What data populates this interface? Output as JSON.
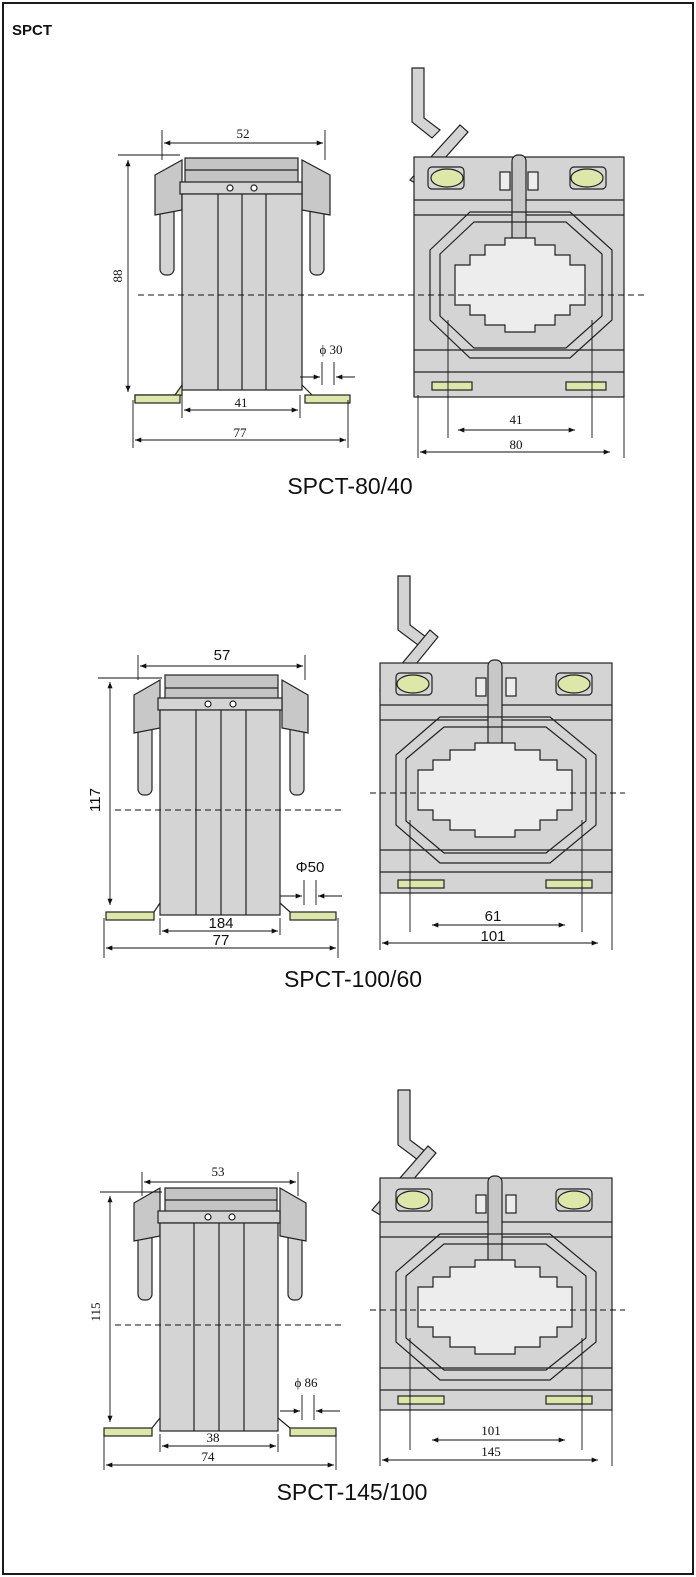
{
  "heading": "SPCT",
  "colors": {
    "body_fill": "#d4d4d4",
    "body_dark": "#b8b8b8",
    "window_fill": "#ededed",
    "terminal_fill": "#dde8a8",
    "line": "#222222"
  },
  "drawings": [
    {
      "caption": "SPCT-80/40",
      "side_view": {
        "top_width": "52",
        "height": "88",
        "inner_width": "41",
        "overall_width": "77",
        "hole": "ϕ 30"
      },
      "front_view": {
        "inner_width": "41",
        "overall_width": "80"
      }
    },
    {
      "caption": "SPCT-100/60",
      "side_view": {
        "top_width": "57",
        "height": "117",
        "inner_width": "184",
        "overall_width": "77",
        "hole": "Φ50"
      },
      "front_view": {
        "inner_width": "61",
        "overall_width": "101"
      }
    },
    {
      "caption": "SPCT-145/100",
      "side_view": {
        "top_width": "53",
        "height": "115",
        "inner_width": "38",
        "overall_width": "74",
        "hole": "ϕ 86"
      },
      "front_view": {
        "inner_width": "101",
        "overall_width": "145"
      }
    }
  ]
}
